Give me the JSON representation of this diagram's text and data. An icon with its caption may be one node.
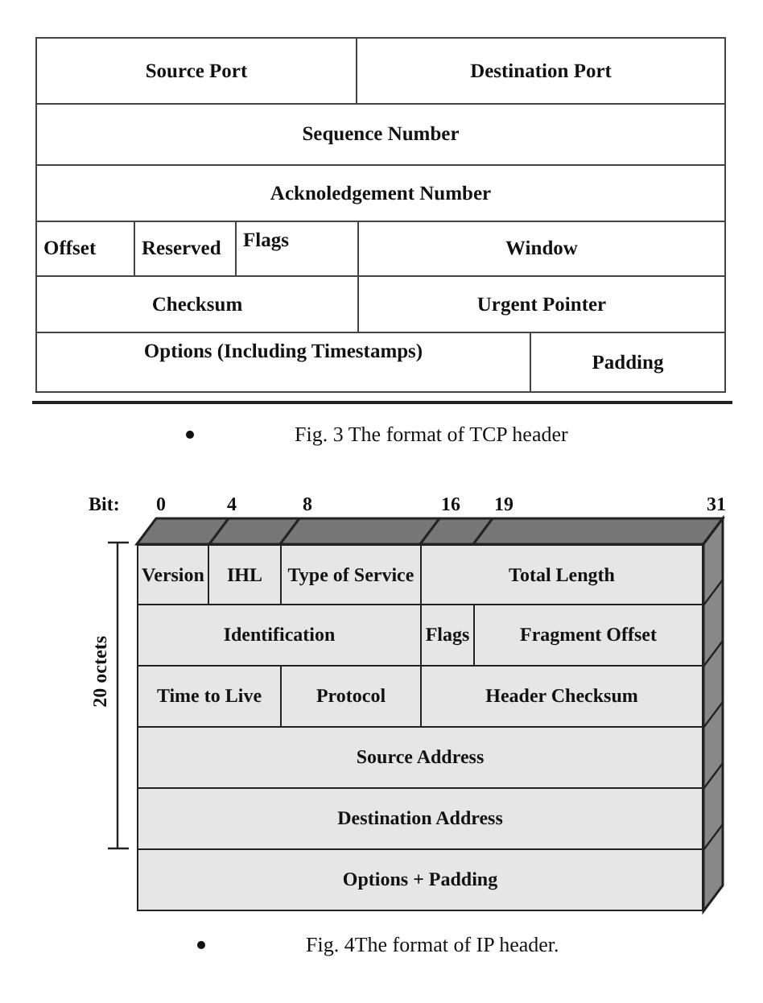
{
  "diagram": {
    "nodes": [
      {
        "text": [
          "Source Port"
        ]
      },
      {
        "text": [
          "Destination Port"
        ]
      },
      {
        "text": [
          "Sequence Number"
        ]
      },
      {
        "text": [
          "Acknoledgement Number"
        ]
      },
      {
        "text": [
          "Offset"
        ]
      },
      {
        "text": [
          "Reserved"
        ]
      },
      {
        "text": [
          "Flags"
        ]
      },
      {
        "text": [
          "Window"
        ]
      },
      {
        "text": [
          "Checksum"
        ]
      },
      {
        "text": [
          "Urgent Pointer"
        ]
      },
      {
        "text": [
          "Options (Including Timestamps)"
        ]
      },
      {
        "text": [
          "Padding"
        ]
      },
      {
        "text": [
          "Version"
        ]
      },
      {
        "text": [
          "IHL"
        ]
      },
      {
        "text": [
          "Type of Service"
        ]
      },
      {
        "text": [
          "Total Length"
        ]
      },
      {
        "text": [
          "Identification"
        ]
      },
      {
        "text": [
          "Flags"
        ]
      },
      {
        "text": [
          "Fragment Offset"
        ]
      },
      {
        "text": [
          "Time to Live"
        ]
      },
      {
        "text": [
          "Protocol"
        ]
      },
      {
        "text": [
          "Header Checksum"
        ]
      },
      {
        "text": [
          "Source Address"
        ]
      },
      {
        "text": [
          "Destination Address"
        ]
      },
      {
        "text": [
          "Options + Padding"
        ]
      }
    ],
    "edges": [],
    "labels": [
      "Fig. 3  The format of TCP header",
      "Bit:",
      "0",
      "4",
      "8",
      "16",
      "19",
      "31",
      "20 octets",
      "Fig.  4The format of IP header."
    ]
  }
}
